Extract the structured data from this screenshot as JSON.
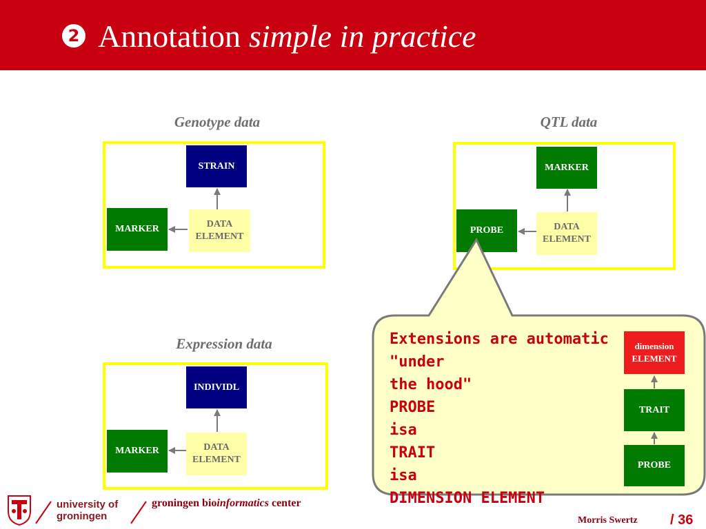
{
  "header": {
    "number": "2",
    "title_plain": "Annotation",
    "title_italic": "simple in practice",
    "background_color": "#c8000f"
  },
  "panels": {
    "genotype": {
      "caption": "Genotype data",
      "top": "STRAIN",
      "left": "MARKER",
      "data_element": "DATA ELEMENT"
    },
    "qtl": {
      "caption": "QTL data",
      "top": "MARKER",
      "left": "PROBE",
      "data_element": "DATA ELEMENT"
    },
    "expression": {
      "caption": "Expression data",
      "top": "INDIVIDL",
      "left": "MARKER",
      "data_element": "DATA ELEMENT"
    }
  },
  "callout": {
    "text": "Extensions are automatic \"under\nthe hood\"\nPROBE\nisa\nTRAIT\nisa\nDIMENSION ELEMENT"
  },
  "hierarchy": {
    "dimension_element": "dimension ELEMENT",
    "trait": "TRAIT",
    "probe": "PROBE"
  },
  "footer": {
    "university_line1": "university of",
    "university_line2": "groningen",
    "center_prefix": "groningen bio",
    "center_italic": "informatics",
    "center_suffix": " center",
    "author": "Morris Swertz",
    "page": "/ 36"
  },
  "colors": {
    "frame": "#ffff00",
    "navy_box": "#000080",
    "green_box": "#007a00",
    "pale_box": "#ffffa8",
    "red_box": "#ee1c1c",
    "callout_fill": "#ffffc8",
    "callout_text": "#c8000f"
  }
}
